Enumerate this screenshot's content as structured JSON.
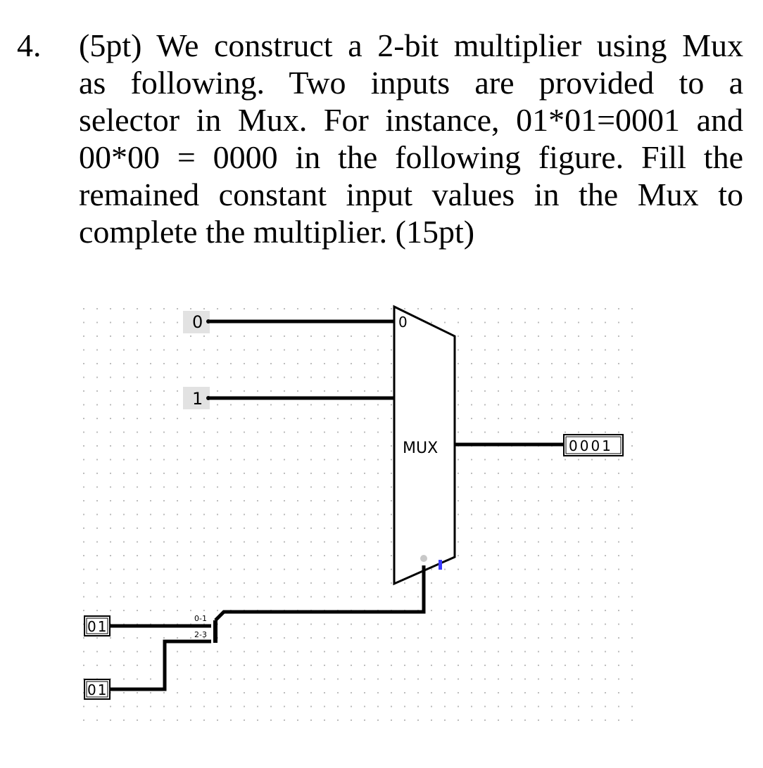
{
  "question": {
    "number": "4.",
    "lines": [
      "(5pt) We construct a 2-bit multiplier using Mux",
      "as following. Two inputs are provided to a",
      "selector in Mux. For instance, 01*01=0001 and",
      "00*00 = 0000 in the following figure. Fill the",
      "remained constant input values in the Mux to",
      "complete the multiplier. (15pt)"
    ]
  },
  "circuit": {
    "constants": [
      "0",
      "1"
    ],
    "mux_label": "MUX",
    "mux_port_label": "0",
    "output_value": "0001",
    "input_a": "01",
    "input_b": "01",
    "splitter_labels": [
      "0-1",
      "2-3"
    ]
  }
}
